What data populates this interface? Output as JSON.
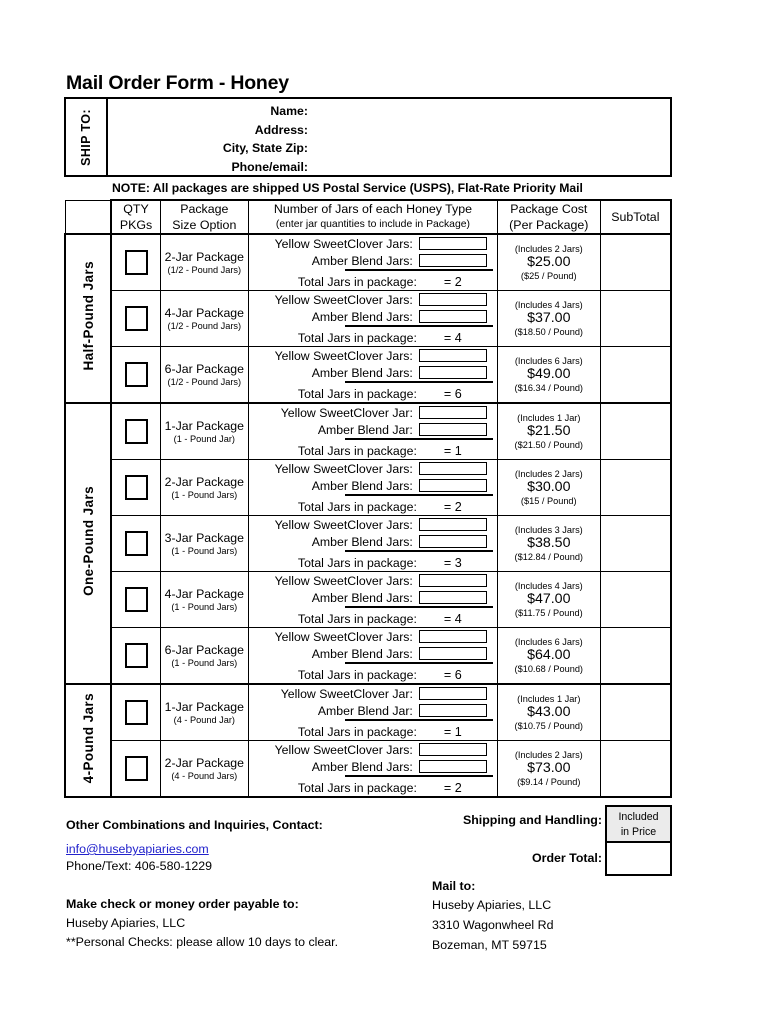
{
  "document": {
    "title": "Mail Order Form - Honey",
    "note": "NOTE: All packages are shipped US Postal Service (USPS), Flat-Rate Priority Mail"
  },
  "ship_to": {
    "label": "SHIP TO:",
    "fields": [
      {
        "label": "Name:",
        "value": ""
      },
      {
        "label": "Address:",
        "value": ""
      },
      {
        "label": "City, State Zip:",
        "value": ""
      },
      {
        "label": "Phone/email:",
        "value": ""
      }
    ]
  },
  "table": {
    "headers": {
      "qty_main": "QTY",
      "qty_sub": "PKGs",
      "size_main": "Package",
      "size_sub": "Size Option",
      "jars_main": "Number of Jars of each Honey Type",
      "jars_sub": "(enter jar quantities to include in Package)",
      "cost_main": "Package Cost",
      "cost_sub": "(Per Package)",
      "subtotal": "SubTotal"
    },
    "row_labels": {
      "sweetclover_plural": "Yellow SweetClover Jars:",
      "sweetclover_singular": "Yellow SweetClover Jar:",
      "amber_plural": "Amber Blend Jars:",
      "amber_singular": "Amber Blend Jar:",
      "total": "Total Jars in package:"
    },
    "sections": [
      {
        "label": "Half-Pound Jars",
        "rows": [
          {
            "size_main": "2-Jar Package",
            "size_sub": "(1/2 - Pound Jars)",
            "sweetclover_label": "Yellow SweetClover Jars:",
            "amber_label": "Amber Blend Jars:",
            "sweetclover_value": "",
            "amber_value": "",
            "total_label": "Total Jars in package:",
            "total_value": "= 2",
            "includes": "(Includes 2 Jars)",
            "price": "$25.00",
            "per_pound": "($25 / Pound)",
            "subtotal": ""
          },
          {
            "size_main": "4-Jar Package",
            "size_sub": "(1/2 - Pound Jars)",
            "sweetclover_label": "Yellow SweetClover Jars:",
            "amber_label": "Amber Blend Jars:",
            "sweetclover_value": "",
            "amber_value": "",
            "total_label": "Total Jars in package:",
            "total_value": "= 4",
            "includes": "(Includes 4 Jars)",
            "price": "$37.00",
            "per_pound": "($18.50 / Pound)",
            "subtotal": ""
          },
          {
            "size_main": "6-Jar Package",
            "size_sub": "(1/2 - Pound Jars)",
            "sweetclover_label": "Yellow SweetClover Jars:",
            "amber_label": "Amber Blend Jars:",
            "sweetclover_value": "",
            "amber_value": "",
            "total_label": "Total Jars in package:",
            "total_value": "= 6",
            "includes": "(Includes 6 Jars)",
            "price": "$49.00",
            "per_pound": "($16.34 / Pound)",
            "subtotal": ""
          }
        ]
      },
      {
        "label": "One-Pound Jars",
        "rows": [
          {
            "size_main": "1-Jar Package",
            "size_sub": "(1 - Pound Jar)",
            "sweetclover_label": "Yellow SweetClover Jar:",
            "amber_label": "Amber Blend Jar:",
            "sweetclover_value": "",
            "amber_value": "",
            "total_label": "Total Jars in package:",
            "total_value": "= 1",
            "includes": "(Includes 1 Jar)",
            "price": "$21.50",
            "per_pound": "($21.50 / Pound)",
            "subtotal": ""
          },
          {
            "size_main": "2-Jar Package",
            "size_sub": "(1 - Pound Jars)",
            "sweetclover_label": "Yellow SweetClover Jars:",
            "amber_label": "Amber Blend Jars:",
            "sweetclover_value": "",
            "amber_value": "",
            "total_label": "Total Jars in package:",
            "total_value": "= 2",
            "includes": "(Includes 2 Jars)",
            "price": "$30.00",
            "per_pound": "($15 / Pound)",
            "subtotal": ""
          },
          {
            "size_main": "3-Jar Package",
            "size_sub": "(1 - Pound Jars)",
            "sweetclover_label": "Yellow SweetClover Jars:",
            "amber_label": "Amber Blend Jars:",
            "sweetclover_value": "",
            "amber_value": "",
            "total_label": "Total Jars in package:",
            "total_value": "= 3",
            "includes": "(Includes 3 Jars)",
            "price": "$38.50",
            "per_pound": "($12.84 / Pound)",
            "subtotal": ""
          },
          {
            "size_main": "4-Jar Package",
            "size_sub": "(1 - Pound Jars)",
            "sweetclover_label": "Yellow SweetClover Jars:",
            "amber_label": "Amber Blend Jars:",
            "sweetclover_value": "",
            "amber_value": "",
            "total_label": "Total Jars in package:",
            "total_value": "= 4",
            "includes": "(Includes 4 Jars)",
            "price": "$47.00",
            "per_pound": "($11.75 / Pound)",
            "subtotal": ""
          },
          {
            "size_main": "6-Jar Package",
            "size_sub": "(1 - Pound Jars)",
            "sweetclover_label": "Yellow SweetClover Jars:",
            "amber_label": "Amber Blend Jars:",
            "sweetclover_value": "",
            "amber_value": "",
            "total_label": "Total Jars in package:",
            "total_value": "= 6",
            "includes": "(Includes 6 Jars)",
            "price": "$64.00",
            "per_pound": "($10.68 / Pound)",
            "subtotal": ""
          }
        ]
      },
      {
        "label": "4-Pound Jars",
        "rows": [
          {
            "size_main": "1-Jar Package",
            "size_sub": "(4 - Pound Jar)",
            "sweetclover_label": "Yellow SweetClover Jar:",
            "amber_label": "Amber Blend Jar:",
            "sweetclover_value": "",
            "amber_value": "",
            "total_label": "Total Jars in package:",
            "total_value": "= 1",
            "includes": "(Includes 1 Jar)",
            "price": "$43.00",
            "per_pound": "($10.75 / Pound)",
            "subtotal": ""
          },
          {
            "size_main": "2-Jar Package",
            "size_sub": "(4 - Pound Jars)",
            "sweetclover_label": "Yellow SweetClover Jars:",
            "amber_label": "Amber Blend Jars:",
            "sweetclover_value": "",
            "amber_value": "",
            "total_label": "Total Jars in package:",
            "total_value": "= 2",
            "includes": "(Includes 2 Jars)",
            "price": "$73.00",
            "per_pound": "($9.14 / Pound)",
            "subtotal": ""
          }
        ]
      }
    ]
  },
  "totals": {
    "shipping_label": "Shipping and Handling:",
    "shipping_value_line1": "Included",
    "shipping_value_line2": "in Price",
    "order_total_label": "Order Total:",
    "order_total_value": ""
  },
  "footer": {
    "other_contact": "Other Combinations and Inquiries, Contact:",
    "email": "info@husebyapiaries.com",
    "phone": "Phone/Text:  406-580-1229",
    "make_check": "Make check or money order payable to:",
    "payee": "Huseby Apiaries, LLC",
    "checks_note": "**Personal Checks: please allow 10 days to clear.",
    "mail_to_label": "Mail to:",
    "mail_to_line1": "Huseby Apiaries, LLC",
    "mail_to_line2": "3310 Wagonwheel Rd",
    "mail_to_line3": "Bozeman, MT 59715"
  },
  "colors": {
    "link": "#2222cc",
    "shipping_box_fill": "#ebebeb",
    "border": "#000000"
  }
}
